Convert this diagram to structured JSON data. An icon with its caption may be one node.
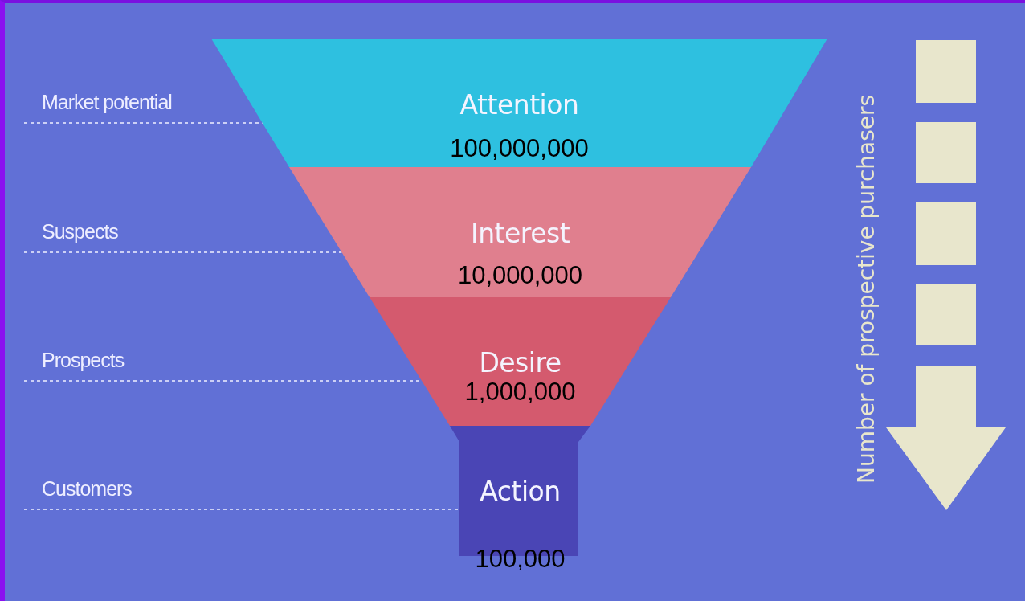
{
  "diagram": {
    "nodes": [
      {
        "text": [
          "Attention",
          "100,000,000"
        ]
      },
      {
        "text": [
          "Interest",
          "10,000,000"
        ]
      },
      {
        "text": [
          "Desire",
          "1,000,000"
        ]
      },
      {
        "text": [
          "Action",
          "100,000"
        ]
      },
      {
        "text": [
          "Market potential"
        ]
      },
      {
        "text": [
          "Suspects"
        ]
      },
      {
        "text": [
          "Prospects"
        ]
      },
      {
        "text": [
          "Customers"
        ]
      }
    ],
    "edges": [
      {
        "from": 4,
        "to": 0,
        "arrow": "none"
      },
      {
        "from": 5,
        "to": 1,
        "arrow": "none"
      },
      {
        "from": 6,
        "to": 2,
        "arrow": "none"
      },
      {
        "from": 7,
        "to": 3,
        "arrow": "none"
      }
    ],
    "labels": [
      "Number of prospective purchasers"
    ]
  }
}
